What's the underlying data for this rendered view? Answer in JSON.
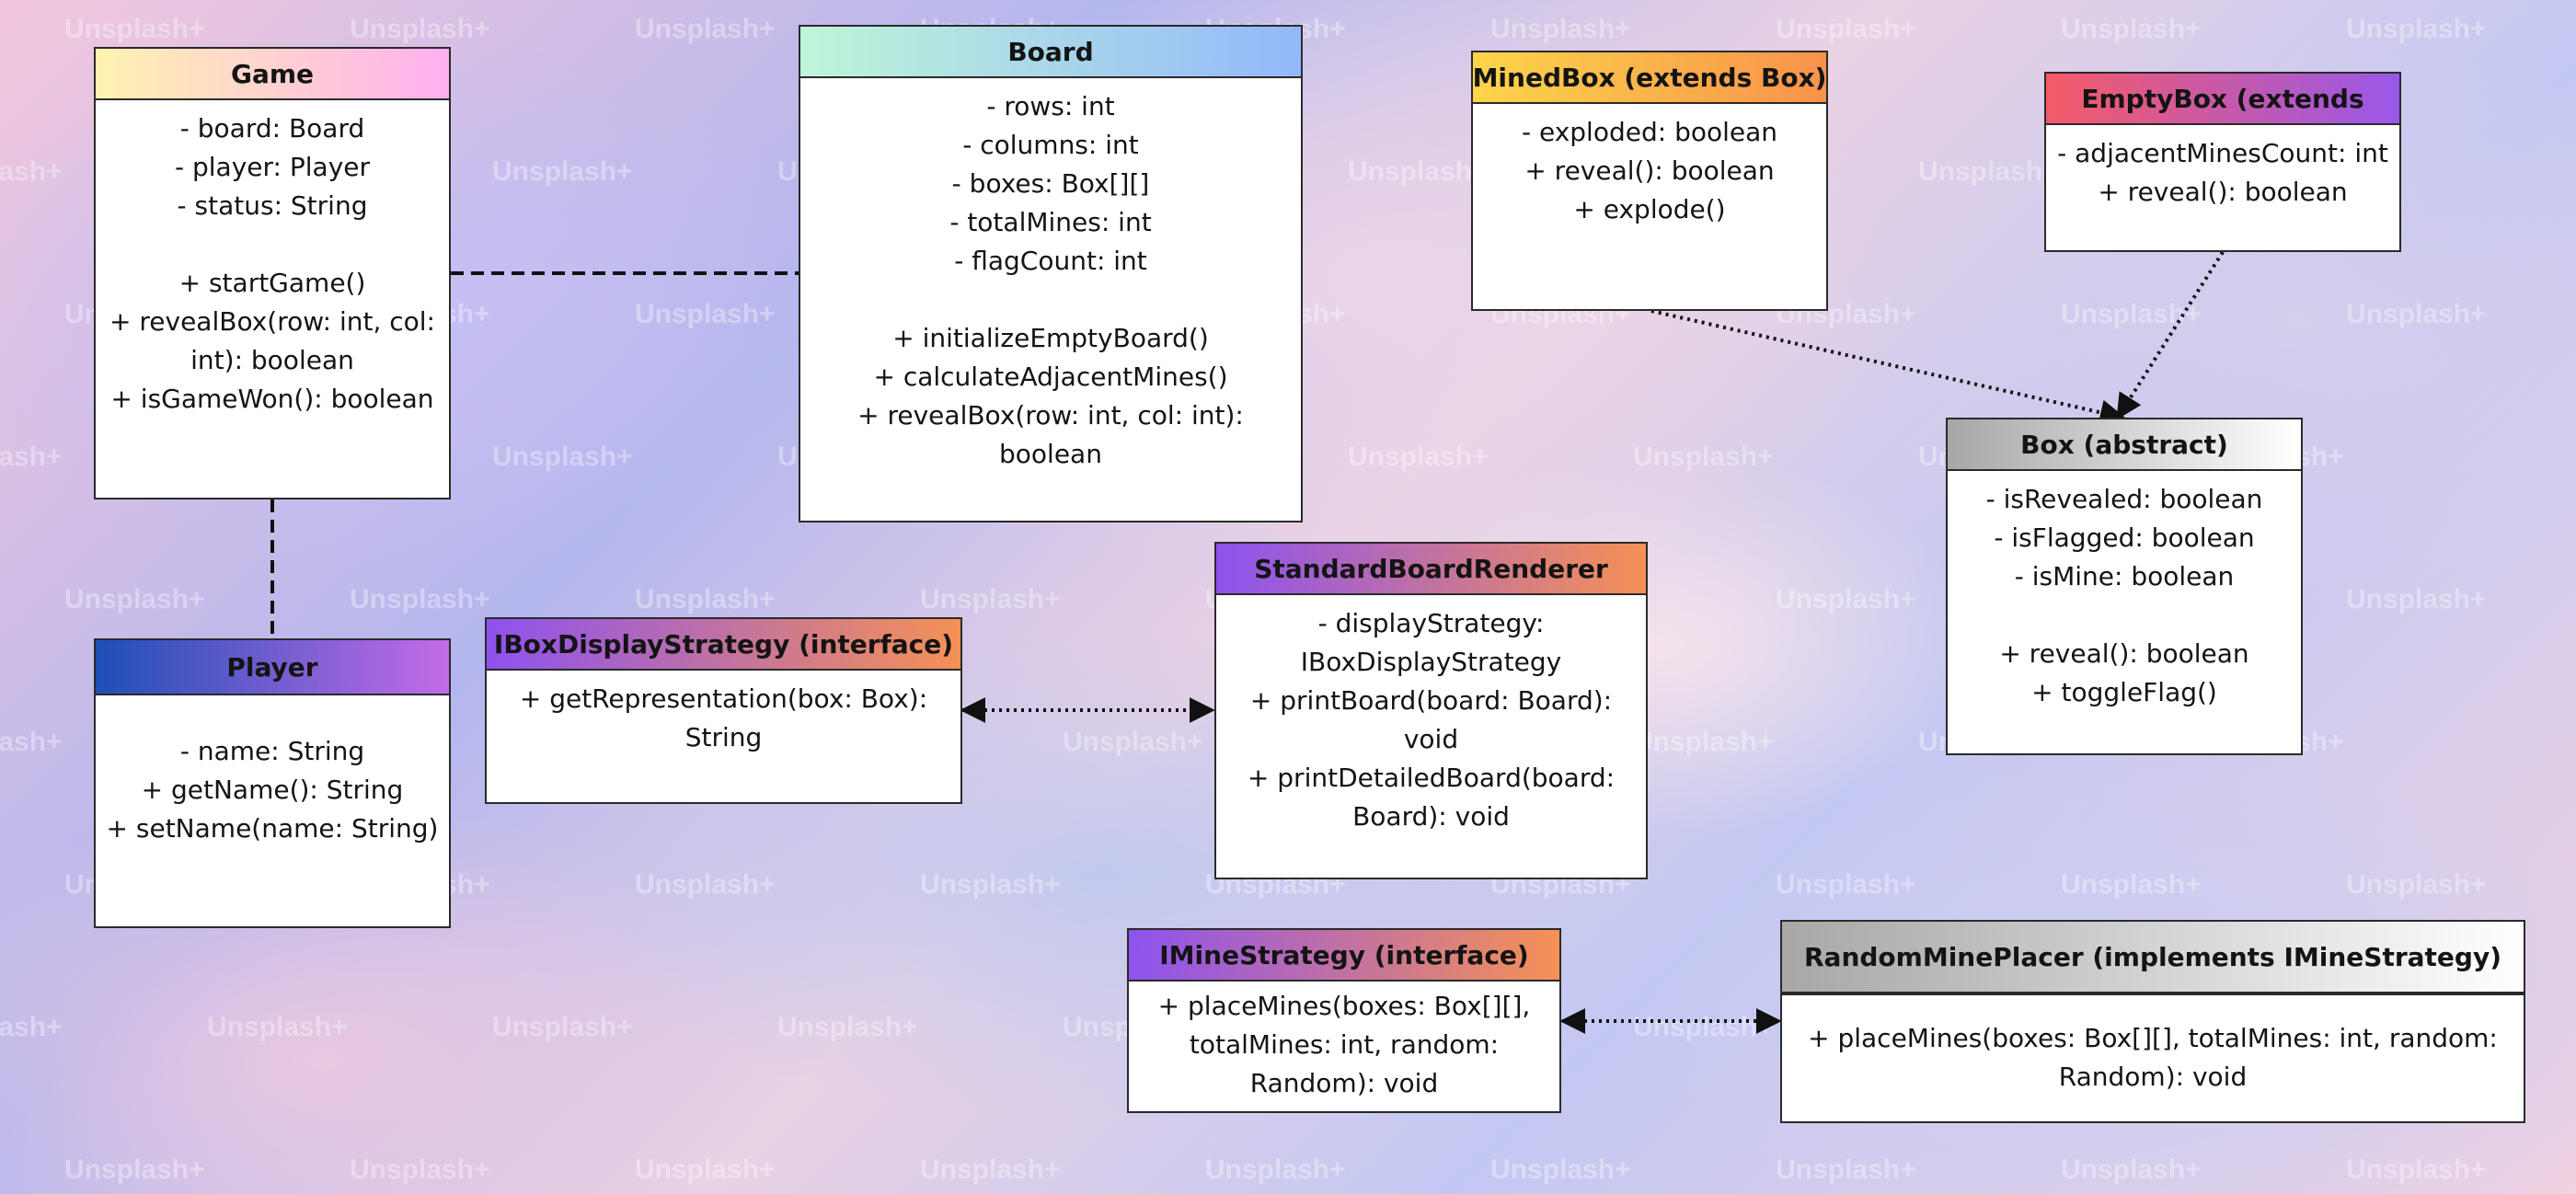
{
  "watermark": "Unsplash+",
  "classes": {
    "game": {
      "title": "Game",
      "attrs": [
        "- board: Board",
        "- player: Player",
        "- status: String"
      ],
      "methods": [
        "+ startGame()",
        "+ revealBox(row: int, col:",
        "int): boolean",
        "+ isGameWon(): boolean"
      ]
    },
    "board": {
      "title": "Board",
      "attrs": [
        "- rows: int",
        "- columns: int",
        "- boxes: Box[][]",
        "- totalMines: int",
        "- flagCount: int"
      ],
      "methods": [
        "+ initializeEmptyBoard()",
        "+ calculateAdjacentMines()",
        "+ revealBox(row: int, col: int): boolean"
      ]
    },
    "mined_box": {
      "title": "MinedBox (extends Box)",
      "attrs": [
        "- exploded: boolean"
      ],
      "methods": [
        "+ reveal(): boolean",
        "+ explode()"
      ]
    },
    "empty_box": {
      "title": "EmptyBox (extends",
      "attrs": [
        "- adjacentMinesCount: int"
      ],
      "methods": [
        "+ reveal(): boolean"
      ]
    },
    "box": {
      "title": "Box (abstract)",
      "attrs": [
        "- isRevealed: boolean",
        "- isFlagged: boolean",
        "- isMine: boolean"
      ],
      "methods": [
        "+ reveal(): boolean",
        "+ toggleFlag()"
      ]
    },
    "player": {
      "title": "Player",
      "attrs": [
        "- name: String"
      ],
      "methods": [
        "+ getName(): String",
        "+ setName(name: String)"
      ]
    },
    "ibox_display_strategy": {
      "title": "IBoxDisplayStrategy (interface)",
      "methods": [
        "+ getRepresentation(box: Box):",
        "String"
      ]
    },
    "standard_board_renderer": {
      "title": "StandardBoardRenderer",
      "attrs": [
        "- displayStrategy:",
        "IBoxDisplayStrategy"
      ],
      "methods": [
        "+ printBoard(board: Board):",
        "void",
        "+ printDetailedBoard(board:",
        "Board): void"
      ]
    },
    "imine_strategy": {
      "title": "IMineStrategy (interface)",
      "methods": [
        "+ placeMines(boxes: Box[][],",
        "totalMines: int, random:",
        "Random): void"
      ]
    },
    "random_mine_placer": {
      "title": "RandomMinePlacer (implements IMineStrategy)",
      "methods": [
        "+ placeMines(boxes: Box[][], totalMines: int, random:",
        "Random): void"
      ]
    }
  },
  "colors": {
    "game_header": [
      "#fff3b0",
      "#ffb0f0"
    ],
    "board_header": [
      "#bff5d8",
      "#93b8fb"
    ],
    "mined_box_header": [
      "#fcd54a",
      "#f8924c"
    ],
    "empty_box_header": [
      "#f55a67",
      "#9958ea"
    ],
    "box_header": [
      "#a7a7a7",
      "#ffffff"
    ],
    "player_header": [
      "#1e4fb6",
      "#c36be8"
    ],
    "ibox_header": [
      "#8d52ef",
      "#f59155"
    ],
    "renderer_header": [
      "#8d52ef",
      "#f59155"
    ],
    "imine_header": [
      "#8d52ef",
      "#f59155"
    ],
    "random_header": [
      "#a7a7a7",
      "#ffffff"
    ],
    "line": "#111111"
  }
}
